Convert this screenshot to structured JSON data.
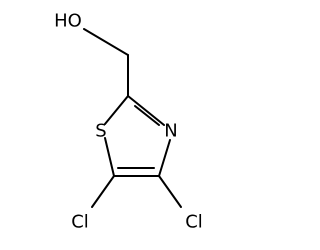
{
  "molecule": {
    "atoms": {
      "hydroxyl": "HO",
      "sulfur": "S",
      "nitrogen": "N",
      "chlorine_left": "Cl",
      "chlorine_right": "Cl"
    }
  }
}
